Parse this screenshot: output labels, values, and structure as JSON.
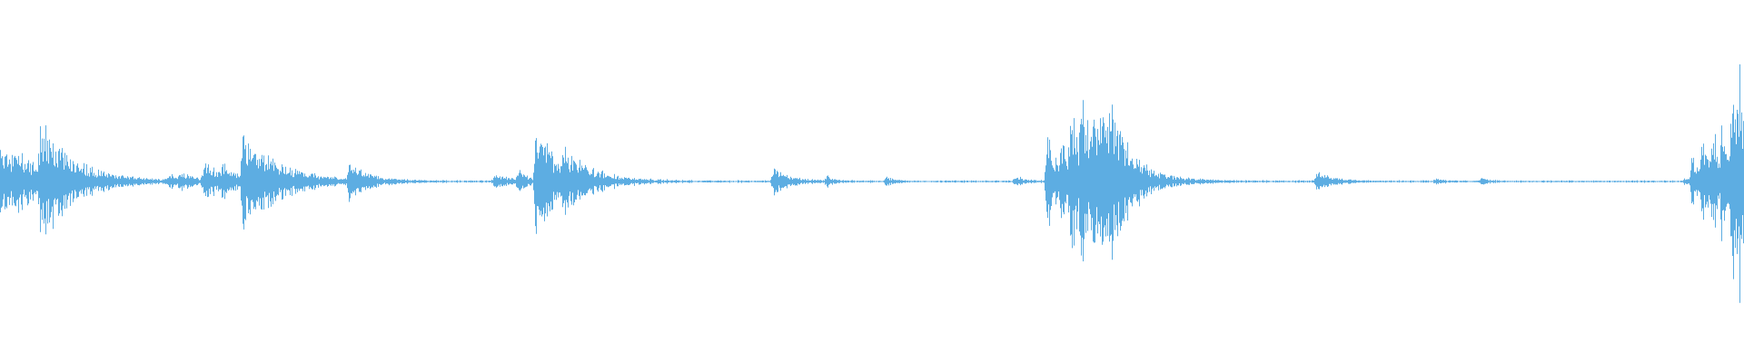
{
  "waveform": {
    "color": "#5dade2",
    "background": "#ffffff",
    "duration": 1.0,
    "noise_floor": 0.006,
    "events": [
      {
        "t": 0.0,
        "peak": 0.22,
        "decay": 0.018
      },
      {
        "t": 0.008,
        "peak": 0.08,
        "decay": 0.012
      },
      {
        "t": 0.023,
        "peak": 0.3,
        "decay": 0.02
      },
      {
        "t": 0.097,
        "peak": 0.04,
        "decay": 0.006
      },
      {
        "t": 0.103,
        "peak": 0.05,
        "decay": 0.008
      },
      {
        "t": 0.117,
        "peak": 0.12,
        "decay": 0.01
      },
      {
        "t": 0.127,
        "peak": 0.08,
        "decay": 0.008
      },
      {
        "t": 0.139,
        "peak": 0.28,
        "decay": 0.022
      },
      {
        "t": 0.2,
        "peak": 0.1,
        "decay": 0.01
      },
      {
        "t": 0.283,
        "peak": 0.05,
        "decay": 0.01
      },
      {
        "t": 0.297,
        "peak": 0.07,
        "decay": 0.004
      },
      {
        "t": 0.307,
        "peak": 0.32,
        "decay": 0.016
      },
      {
        "t": 0.323,
        "peak": 0.1,
        "decay": 0.016
      },
      {
        "t": 0.443,
        "peak": 0.08,
        "decay": 0.01
      },
      {
        "t": 0.474,
        "peak": 0.03,
        "decay": 0.004
      },
      {
        "t": 0.508,
        "peak": 0.03,
        "decay": 0.004
      },
      {
        "t": 0.582,
        "peak": 0.03,
        "decay": 0.006
      },
      {
        "t": 0.6,
        "peak": 0.3,
        "decay": 0.008
      },
      {
        "t": 0.608,
        "peak": 0.22,
        "decay": 0.007
      },
      {
        "t": 0.614,
        "peak": 0.32,
        "decay": 0.007
      },
      {
        "t": 0.62,
        "peak": 0.44,
        "decay": 0.007
      },
      {
        "t": 0.626,
        "peak": 0.26,
        "decay": 0.006
      },
      {
        "t": 0.631,
        "peak": 0.41,
        "decay": 0.007
      },
      {
        "t": 0.637,
        "peak": 0.25,
        "decay": 0.008
      },
      {
        "t": 0.643,
        "peak": 0.15,
        "decay": 0.016
      },
      {
        "t": 0.755,
        "peak": 0.07,
        "decay": 0.008
      },
      {
        "t": 0.823,
        "peak": 0.02,
        "decay": 0.004
      },
      {
        "t": 0.849,
        "peak": 0.02,
        "decay": 0.004
      },
      {
        "t": 0.966,
        "peak": 0.02,
        "decay": 0.004
      },
      {
        "t": 0.97,
        "peak": 0.17,
        "decay": 0.005
      },
      {
        "t": 0.976,
        "peak": 0.24,
        "decay": 0.005
      },
      {
        "t": 0.982,
        "peak": 0.3,
        "decay": 0.005
      },
      {
        "t": 0.987,
        "peak": 0.22,
        "decay": 0.004
      },
      {
        "t": 0.993,
        "peak": 0.64,
        "decay": 0.006
      },
      {
        "t": 0.997,
        "peak": 0.4,
        "decay": 0.006
      }
    ]
  }
}
